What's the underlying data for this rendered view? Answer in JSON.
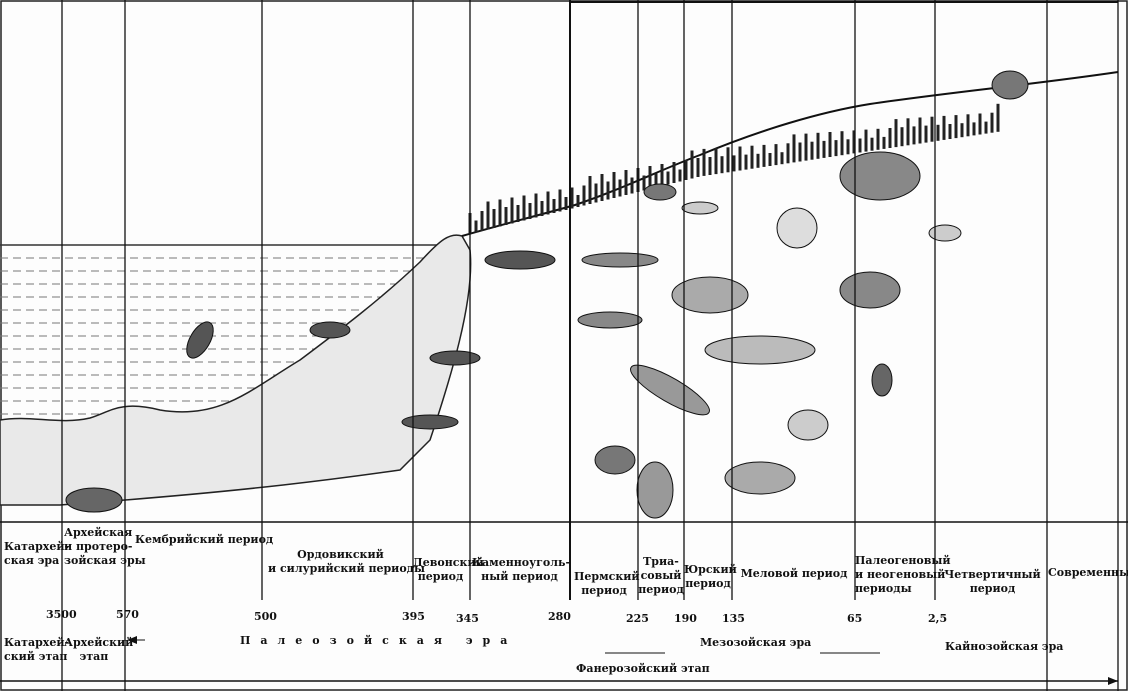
{
  "periods": [
    {
      "label": "Катархей-\nская эра"
    },
    {
      "label": "Архейская\nи протеро-\nзойская эры"
    },
    {
      "label": "Кембрийский период"
    },
    {
      "label": "Ордовикский\nи силурийский периоды"
    },
    {
      "label": "Девонский\nпериод"
    },
    {
      "label": "Каменноуголь-\nный период"
    },
    {
      "label": "Пермский\nпериод"
    },
    {
      "label": "Триа-\nсовый\nпериод"
    },
    {
      "label": "Юрский\nпериод"
    },
    {
      "label": "Меловой период"
    },
    {
      "label": "Палеогеновый\nи неогеновый\nпериоды"
    },
    {
      "label": "Четвертичный\nпериод"
    },
    {
      "label": "Современные"
    }
  ],
  "ages_mya": [
    "3500",
    "570",
    "500",
    "395",
    "345",
    "280",
    "225",
    "190",
    "135",
    "65",
    "2,5"
  ],
  "eras": {
    "katarchean_stage": "Катархей-\nский этап",
    "archean_stage": "Архейский\nэтап",
    "paleozoic": "Палеозойская эра",
    "mesozoic": "Мезозойская эра",
    "cenozoic": "Кайнозойская эра",
    "phanerozoic_stage": "Фанерозойский этап"
  }
}
